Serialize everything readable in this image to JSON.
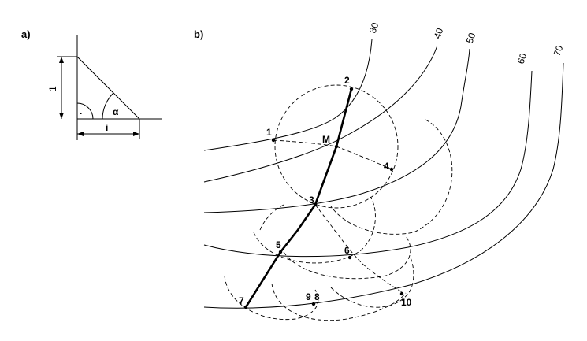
{
  "panel_a": {
    "label": "a)",
    "height_label": "1",
    "base_label": "i",
    "angle_label": "α",
    "right_angle_mark": "·"
  },
  "panel_b": {
    "label": "b)",
    "contour_labels": [
      "30",
      "40",
      "50",
      "60",
      "70"
    ],
    "point_labels": {
      "p1": "1",
      "p2": "2",
      "p3": "3",
      "p4": "4",
      "p5": "5",
      "p6": "6",
      "p7": "7",
      "p8": "8",
      "p9": "9",
      "p10": "10",
      "pM": "M"
    }
  }
}
